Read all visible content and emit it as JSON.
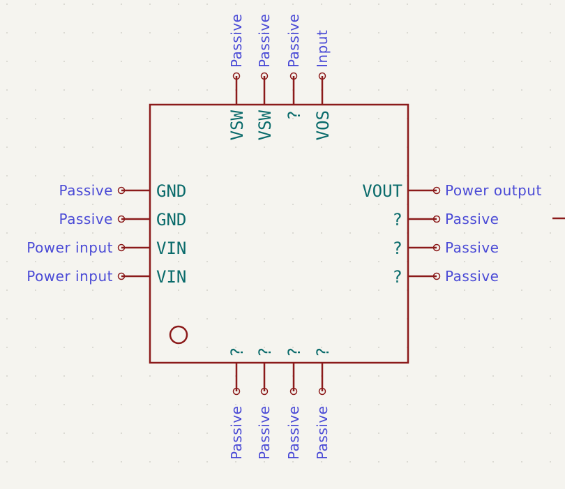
{
  "component": {
    "pins": {
      "top": [
        {
          "name": "VSW",
          "type": "Passive"
        },
        {
          "name": "VSW",
          "type": "Passive"
        },
        {
          "name": "?",
          "type": "Passive"
        },
        {
          "name": "VOS",
          "type": "Input"
        }
      ],
      "left": [
        {
          "name": "GND",
          "type": "Passive"
        },
        {
          "name": "GND",
          "type": "Passive"
        },
        {
          "name": "VIN",
          "type": "Power input"
        },
        {
          "name": "VIN",
          "type": "Power input"
        }
      ],
      "right": [
        {
          "name": "VOUT",
          "type": "Power output"
        },
        {
          "name": "?",
          "type": "Passive"
        },
        {
          "name": "?",
          "type": "Passive"
        },
        {
          "name": "?",
          "type": "Passive"
        }
      ],
      "bottom": [
        {
          "name": "?",
          "type": "Passive"
        },
        {
          "name": "?",
          "type": "Passive"
        },
        {
          "name": "?",
          "type": "Passive"
        },
        {
          "name": "?",
          "type": "Passive"
        }
      ]
    }
  },
  "colors": {
    "background": "#f5f4ef",
    "body": "#8b1a1a",
    "pin_name": "#0a6b6b",
    "pin_type": "#4a4ad6",
    "grid_dot": "#c9c8c0"
  }
}
